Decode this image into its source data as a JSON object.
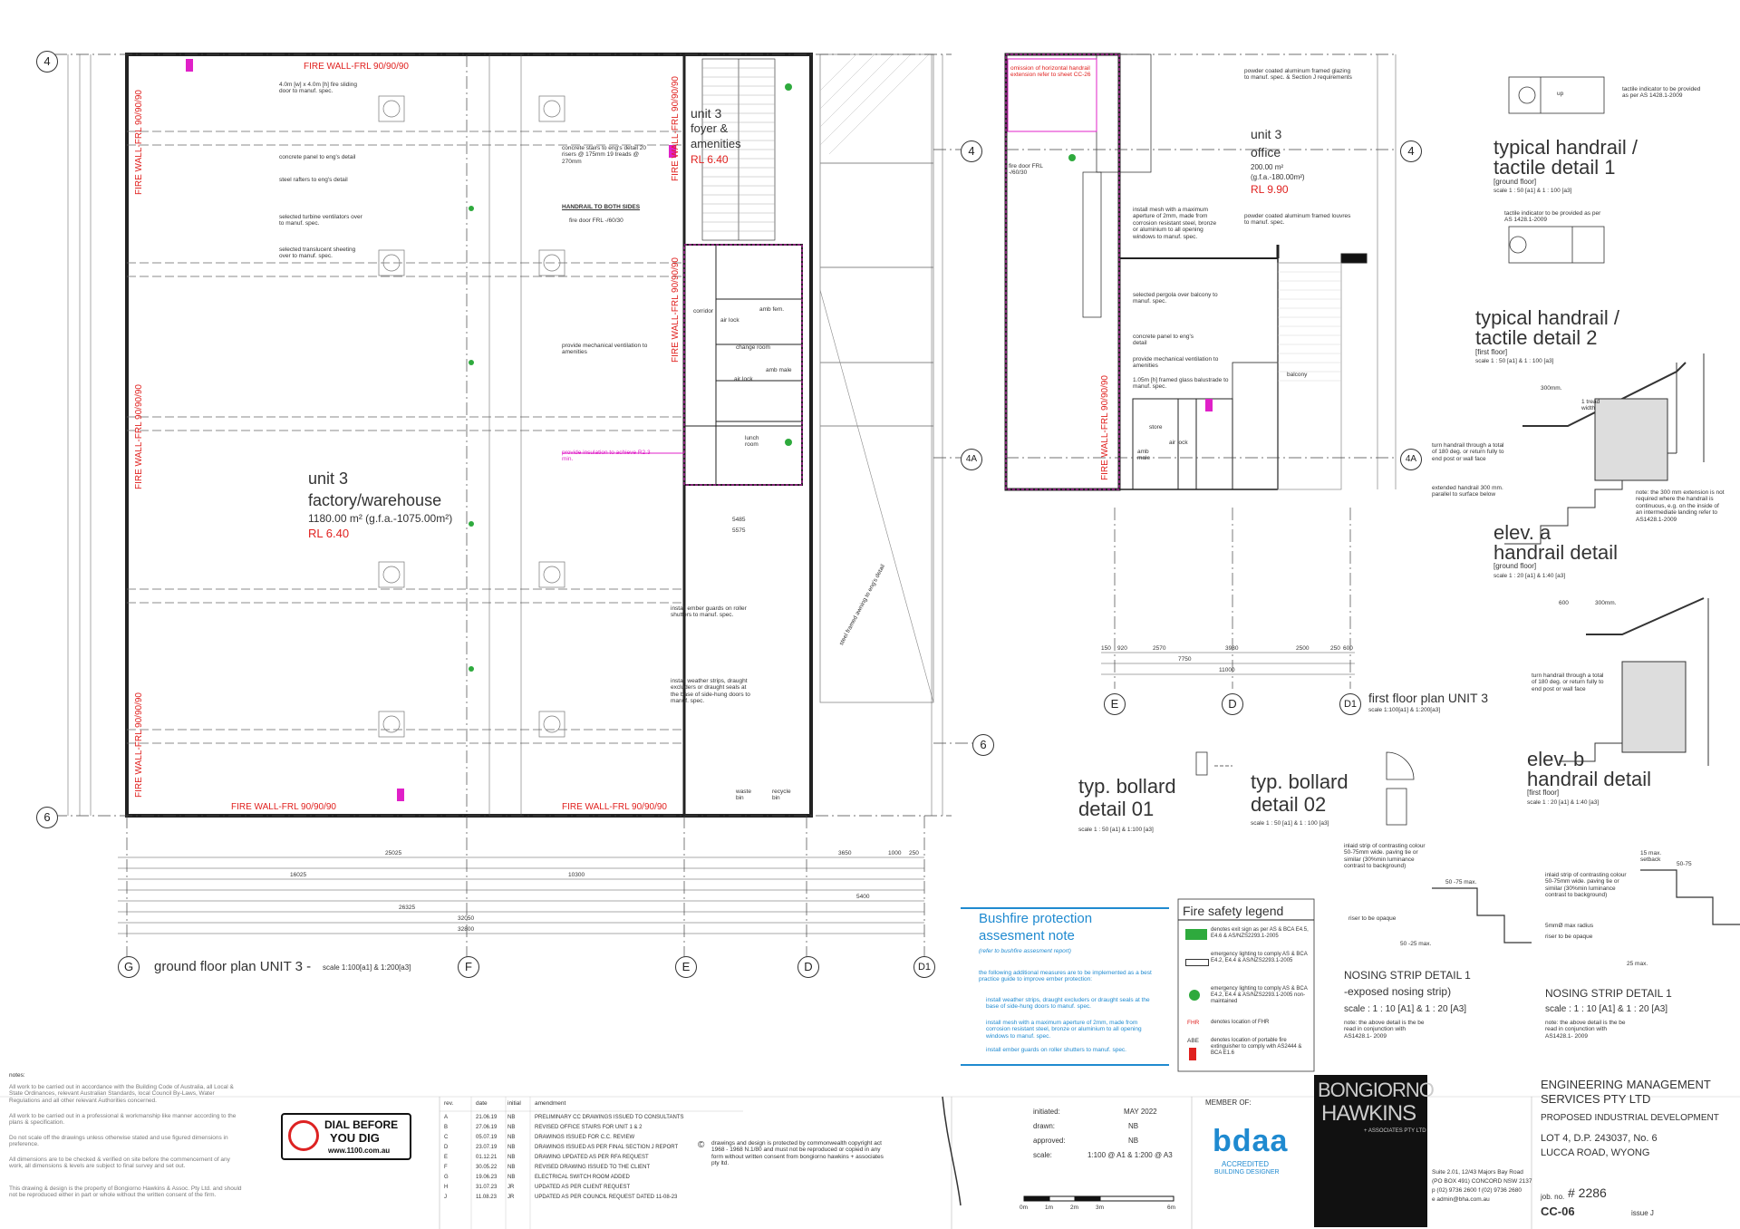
{
  "plan": {
    "ground_title": "ground floor plan UNIT 3 -",
    "ground_scale": "scale 1:100[a1] & 1:200[a3]",
    "first_title": "first floor plan UNIT 3",
    "first_scale": "scale 1:100[a1] & 1:200[a3]",
    "fire_wall": "FIRE WALL-FRL 90/90/90",
    "factory": {
      "name": "unit 3",
      "sub": "factory/warehouse",
      "area": "1180.00 m² (g.f.a.-1075.00m²)",
      "rl": "RL 6.40"
    },
    "foyer": {
      "name": "unit 3",
      "sub1": "foyer &",
      "sub2": "amenities",
      "rl": "RL 6.40"
    },
    "office": {
      "name": "unit 3",
      "sub": "office",
      "area": "200.00 m²",
      "gfa": "(g.f.a.-180.00m²)",
      "rl": "RL 9.90"
    },
    "grid": {
      "g4": "4",
      "g6": "6",
      "g4a": "4A",
      "gG": "G",
      "gF": "F",
      "gE": "E",
      "gD": "D",
      "gD1": "D1"
    },
    "rooms": {
      "corridor": "corridor",
      "airlock1": "air lock",
      "amb": "amb fem.",
      "change": "change room",
      "airlock2": "air lock",
      "ambmale": "amb male",
      "lunch": "lunch room",
      "balcony": "balcony",
      "store": "store",
      "waste": "waste bin",
      "recycle": "recycle bin"
    },
    "notes": {
      "door": "4.0m [w] x 4.0m [h] fire sliding door to manuf. spec.",
      "panel": "concrete panel to eng's detail",
      "rafters": "steel rafters to eng's detail",
      "turbine": "selected turbine ventilators over to manuf. spec.",
      "sheeting": "selected translucent sheeting over to manuf. spec.",
      "stairs": "concrete stairs to eng's detail 20 risers @ 175mm 19 treads @ 270mm",
      "handrail": "HANDRAIL TO BOTH SIDES",
      "firedoor": "fire door FRL -/60/30",
      "mech": "provide mechanical ventilation to amenities",
      "insul": "provide insulation to achieve R2.3 min.",
      "ember": "install ember guards on roller shutters to manuf. spec.",
      "weather": "install weather strips, draught excluders or draught seals at the base of side-hung doors to manuf. spec.",
      "glazing": "powder coated aluminum framed glazing to manuf. spec. & Section J requirements",
      "louvres": "powder coated aluminum framed louvres to manuf. spec.",
      "mesh": "install mesh with a maximum aperture of 2mm, made from corrosion resistant steel, bronze or aluminium to all opening windows to manuf. spec.",
      "pergola": "selected pergola over balcony to manuf. spec.",
      "balus": "1.05m [h] framed glass balustrade to manuf. spec.",
      "omission": "omission of horizontal handrail extension refer to sheet CC-26",
      "awning": "steel framed awning to eng's detail"
    },
    "dims_bottom": [
      "25025",
      "16025",
      "10300",
      "26325",
      "32050",
      "32800",
      "5485",
      "5575",
      "5400",
      "3650",
      "1000",
      "250"
    ],
    "dims_first": [
      "150",
      "920",
      "2570",
      "3980",
      "2500",
      "250",
      "600",
      "7750",
      "11000"
    ]
  },
  "details": {
    "hr1": {
      "title": "typical handrail /",
      "title2": "tactile detail 1",
      "floor": "[ground floor]",
      "scale": "scale 1 : 50 [a1] & 1 : 100 [a3]",
      "note": "tactile indicator to be provided as per AS 1428.1-2009",
      "up": "up"
    },
    "hr2": {
      "title": "typical handrail /",
      "title2": "tactile detail 2",
      "floor": "[first floor]",
      "scale": "scale 1 : 50 [a1] & 1 : 100 [a3]",
      "note": "tactile indicator to be provided as per AS 1428.1-2009"
    },
    "elevA": {
      "title": "elev. a",
      "title2": "handrail detail",
      "floor": "[ground floor]",
      "scale": "scale 1 : 20 [a1] & 1:40 [a3]",
      "n1": "turn handrail through a total of 180 deg. or return fully to end post or wall face",
      "n2": "extended handrail 300 mm. parallel to surface below",
      "n3": "note: the 300 mm extension is not required where the handrail is continuous, e.g. on the inside of an intermediate landing refer to AS1428.1-2009",
      "d1": "300mm.",
      "d2": "1 tread width"
    },
    "elevB": {
      "title": "elev. b",
      "title2": "handrail detail",
      "floor": "[first floor]",
      "scale": "scale 1 : 20 [a1] & 1:40 [a3]",
      "n1": "turn handrail through a total of 180 deg. or return fully to end post or wall face",
      "d1": "600",
      "d2": "300mm."
    },
    "b1": {
      "title": "typ. bollard",
      "title2": "detail 01",
      "scale": "scale 1 : 50 [a1] & 1:100 [a3]"
    },
    "b2": {
      "title": "typ. bollard",
      "title2": "detail 02",
      "scale": "scale 1 : 50 [a1] & 1 : 100 [a3]"
    },
    "ns1": {
      "title": "NOSING STRIP DETAIL 1",
      "title2": "-exposed nosing strip)",
      "scale": "scale : 1 : 10 [A1] & 1 : 20 [A3]",
      "note": "note: the above detail is the be read in conjunction with AS1428.1- 2009",
      "inlaid": "inlaid strip of contrasting colour 50-75mm wide. paving tie or similar (30%min luminance contrast to background)",
      "riser": "riser to be opaque",
      "d1": "50 -75 max.",
      "d2": "50 -25 max."
    },
    "ns2": {
      "title": "NOSING STRIP DETAIL 1",
      "scale": "scale : 1 : 10 [A1] & 1 : 20 [A3]",
      "note": "note: the above detail is the be read in conjunction with AS1428.1- 2009",
      "inlaid": "inlaid strip of contrasting colour 50-75mm wide. paving tie or similar (30%min luminance contrast to background)",
      "radius": "5mmØ max radius",
      "riser": "riser to be opaque",
      "setback": "15 max. setback",
      "d1": "50-75",
      "d2": "25 max."
    }
  },
  "bushfire": {
    "title": "Bushfire protection",
    "title2": "assesment note",
    "sub": "(refer to bushfire assesment report)",
    "intro": "the following additional measures are to be implemented as a best practice guide to improve ember protection:",
    "items": [
      "install weather strips, draught excluders or draught seals at the base of side-hung doors to manuf. spec.",
      "install mesh with a maximum aperture of 2mm, made from corrosion resistant steel, bronze or aluminium to all opening windows to manuf. spec.",
      "install ember guards on roller shutters to manuf. spec."
    ]
  },
  "firelegend": {
    "title": "Fire safety legend",
    "items": [
      "denotes exit sign as per AS & BCA E4.5, E4.6 & AS/NZS2293.1-2005",
      "emergency lighting to comply AS & BCA E4.2, E4.4 & AS/NZS2293.1-2005",
      "emergency lighting to comply AS & BCA E4.2, E4.4 & AS/NZS2293.1-2005 non-maintained",
      "denotes location of FHR",
      "denotes location of portable fire extinguisher to comply with AS2444 & BCA E1.6"
    ],
    "fhr": "FHR",
    "abe": "ABE"
  },
  "titleblock": {
    "notes": [
      "notes:",
      "All work to be carried out in accordance with the Building Code of Australia, all Local & State Ordinances, relevant Australian Standards, local Council By-Laws, Water Regulations and all other relevant Authorities concerned.",
      "All work to be carried out in a professional & workmanship like manner according to the plans & specification.",
      "Do not scale off the drawings unless otherwise stated and use figured dimensions in preference.",
      "All dimensions are to be checked & verified on site before the commencement of any work, all dimensions & levels are subject to final survey and set out.",
      "This drawing & design is the property of Bongiorno Hawkins & Assoc. Pty Ltd. and should not be reproduced either in part or whole without the written consent of the firm."
    ],
    "dbyd": {
      "l1": "DIAL BEFORE",
      "l2": "YOU DIG",
      "url": "www.1100.com.au"
    },
    "rev_headers": [
      "rev.",
      "date",
      "initial",
      "amendment"
    ],
    "revisions": [
      [
        "A",
        "21.06.19",
        "NB",
        "PRELIMINARY CC DRAWINGS ISSUED TO CONSULTANTS"
      ],
      [
        "B",
        "27.06.19",
        "NB",
        "REVISED OFFICE STAIRS FOR UNIT 1 & 2"
      ],
      [
        "C",
        "05.07.19",
        "NB",
        "DRAWINGS ISSUED FOR C.C. REVIEW"
      ],
      [
        "D",
        "23.07.19",
        "NB",
        "DRAWINGS ISSUED AS PER FINAL SECTION J REPORT"
      ],
      [
        "E",
        "01.12.21",
        "NB",
        "DRAWING UPDATED AS PER RFA REQUEST"
      ],
      [
        "F",
        "30.05.22",
        "NB",
        "REVISED DRAWING ISSUED TO THE CLIENT"
      ],
      [
        "G",
        "19.06.23",
        "NB",
        "ELECTRICAL SWITCH ROOM ADDED"
      ],
      [
        "H",
        "31.07.23",
        "JR",
        "UPDATED AS PER CLIENT REQUEST"
      ],
      [
        "J",
        "11.08.23",
        "JR",
        "UPDATED AS PER COUNCIL REQUEST DATED 11-08-23"
      ]
    ],
    "copyright": "drawings and design is protected by commonwealth copyright act 1968 - 1968 N.1/80 and must not be reproduced or copied in any form without written consent from bongiorno hawkins + associates pty ltd.",
    "initiated_label": "initiated:",
    "initiated": "MAY 2022",
    "drawn_label": "drawn:",
    "drawn": "NB",
    "approved_label": "approved:",
    "approved": "NB",
    "scale_label": "scale:",
    "scale": "1:100 @ A1 & 1:200 @ A3",
    "scalebar": [
      "0m",
      "1m",
      "2m",
      "3m",
      "6m"
    ],
    "member": "MEMBER OF:",
    "bdaa": "bdaa",
    "bdaa2": "ACCREDITED",
    "bdaa3": "BUILDING DESIGNER",
    "firm1": "BONGIORNO",
    "firm2": "HAWKINS",
    "firm3": "+ ASSOCIATES PTY LTD",
    "address": [
      "Suite 2.01, 12/43 Majors Bay Road",
      "(PO BOX 491) CONCORD NSW 2137",
      "p (02) 9736 2600 f (02) 9736 2680",
      "e admin@bha.com.au"
    ],
    "client1": "ENGINEERING MANAGEMENT",
    "client2": "SERVICES PTY LTD",
    "project": "PROPOSED INDUSTRIAL DEVELOPMENT",
    "lot": "LOT 4, D.P. 243037, No. 6",
    "street": "LUCCA ROAD, WYONG",
    "jobno_label": "job. no.",
    "jobno": "# 2286",
    "sheet": "CC-06",
    "issue": "issue J"
  }
}
